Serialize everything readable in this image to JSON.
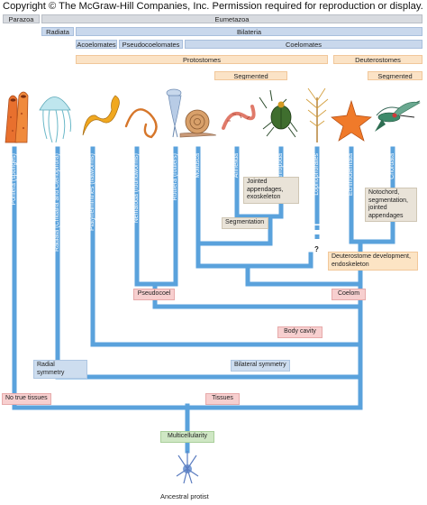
{
  "copyright": "Copyright © The McGraw-Hill Companies, Inc. Permission required for reproduction or display.",
  "top_bars": {
    "parazoa": "Parazoa",
    "eumetazoa": "Eumetazoa",
    "radiata": "Radiata",
    "bilateria": "Bilateria",
    "acoelomates": "Acoelomates",
    "pseudocoelomates": "Pseudocoelomates",
    "coelomates": "Coelomates",
    "protostomes": "Protostomes",
    "deuterostomes": "Deuterostomes",
    "segmented_1": "Segmented",
    "segmented_2": "Segmented"
  },
  "phyla": {
    "porifera": "Porifera (sponges)",
    "radiata": "Radiata (Cnidaria and Ctenophora)",
    "platyhelminthes": "Platyhelminthes (flatworms)",
    "nematoda": "Nematoda (roundworms)",
    "rotifera": "Rotifera (rotifers)",
    "mollusca": "Mollusca",
    "annelida": "Annelida",
    "arthropoda": "Arthropoda",
    "lophophorates": "Lophophorates",
    "echinodermata": "Echinodermata",
    "chordata": "Chordata"
  },
  "features": {
    "jointed": "Jointed appendages, exoskeleton",
    "segmentation": "Segmentation",
    "notochord": "Notochord, segmentation, jointed appendages",
    "deuterostome_dev": "Deuterostome development, endoskeleton",
    "pseudocoel": "Pseudocoel",
    "coelom": "Coelom",
    "body_cavity": "Body cavity",
    "radial_symmetry": "Radial symmetry",
    "bilateral_symmetry": "Bilateral symmetry",
    "no_true_tissues": "No true tissues",
    "tissues": "Tissues",
    "multicellularity": "Multicellularity"
  },
  "question_mark": "?",
  "root_label": "Ancestral protist",
  "colors": {
    "branch": "#5aa2dc",
    "bar_gray": "#d8dbe0",
    "bar_blue": "#c9d8ec",
    "bar_peach": "#fbe3c6",
    "label_pink": "#f7cfcf",
    "label_blue": "#cdddef",
    "label_green": "#cfe7c4"
  },
  "organism_icons": [
    "sponge-icon",
    "jellyfish-icon",
    "flatworm-icon",
    "roundworm-icon",
    "rotifer-icon",
    "snail-icon",
    "earthworm-icon",
    "beetle-icon",
    "lophophorate-icon",
    "sea-star-icon",
    "hummingbird-icon"
  ]
}
